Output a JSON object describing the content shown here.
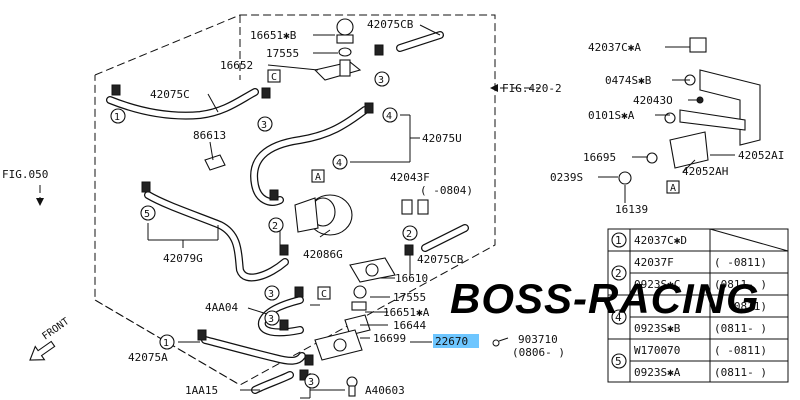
{
  "labels": {
    "p16651B": "16651✱B",
    "p42075CB_top": "42075CB",
    "p17555_top": "17555",
    "p16652": "16652",
    "p42075C": "42075C",
    "p86613": "86613",
    "p42075U": "42075U",
    "fig050": "FIG.050",
    "fig4202": "FIG.420-2",
    "p42043F": "42043F",
    "p42043F_range": "( -0804)",
    "p42086G": "42086G",
    "p42075CB_mid": "42075CB",
    "p42079G": "42079G",
    "p16610": "16610",
    "p17555_bot": "17555",
    "p16651A": "16651✱A",
    "p4AA04": "4AA04",
    "p16644": "16644",
    "p16699": "16699",
    "p22670": "22670",
    "p903710": "903710",
    "p903710_range": "(0806- )",
    "p42075A": "42075A",
    "p1AA15": "1AA15",
    "pA40603": "A40603",
    "front": "FRONT",
    "p42037CA": "42037C✱A",
    "p0474SB": "0474S✱B",
    "p42043O": "42043O",
    "p0101SA": "0101S✱A",
    "p16695": "16695",
    "p42052AI": "42052AI",
    "p0239S": "0239S",
    "p42052AH": "42052AH",
    "p16139": "16139"
  },
  "callouts": {
    "c1": "1",
    "c2": "2",
    "c3": "3",
    "c4": "4",
    "c5": "5",
    "boxA": "A",
    "boxC": "C"
  },
  "table": {
    "rows": [
      {
        "num": "1",
        "part": "42037C✱D",
        "range": ""
      },
      {
        "num": "2",
        "part": "42037F",
        "range": "(   -0811)"
      },
      {
        "num": "",
        "part": "0923S✱C",
        "range": "(0811-   )"
      },
      {
        "num": "4",
        "part": "",
        "range": "(   -0811)"
      },
      {
        "num": "",
        "part": "0923S✱B",
        "range": "(0811-   )"
      },
      {
        "num": "5",
        "part": "W170070",
        "range": "(   -0811)"
      },
      {
        "num": "",
        "part": "0923S✱A",
        "range": "(0811-   )"
      }
    ]
  },
  "watermark": "BOSS-RACING",
  "highlight_color": "#6ec6ff"
}
